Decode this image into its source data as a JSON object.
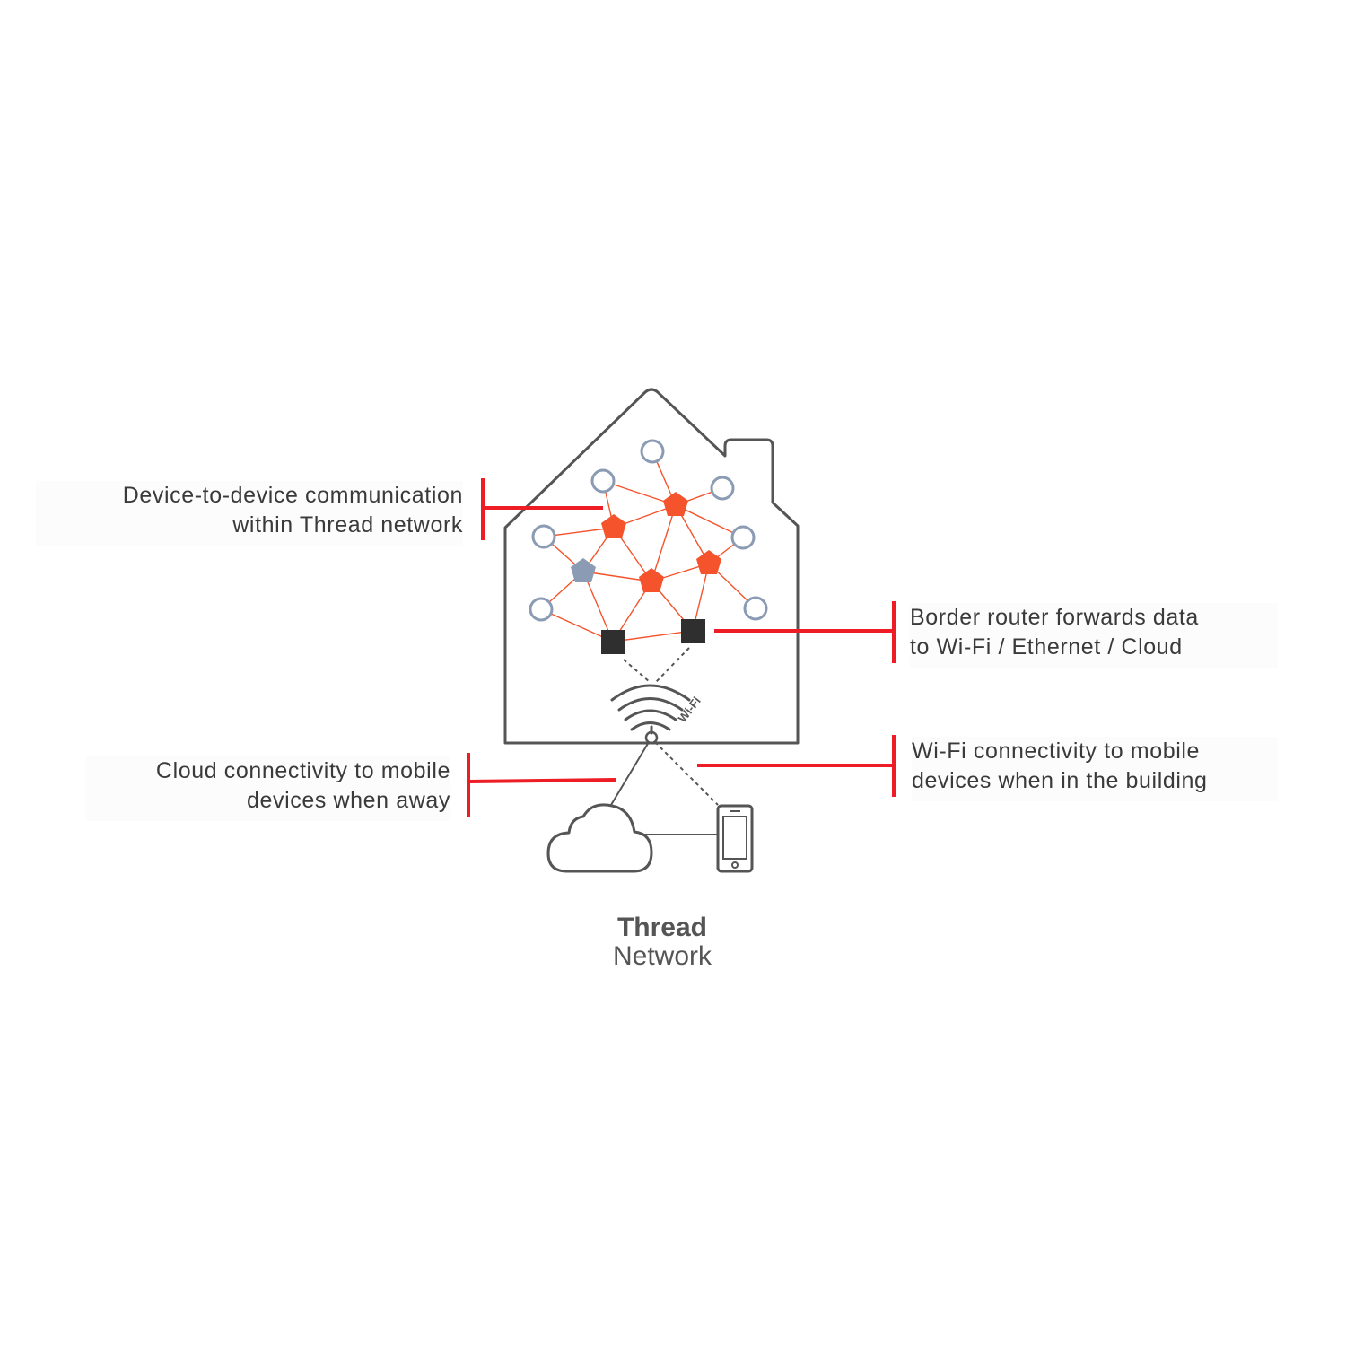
{
  "callouts": {
    "device_to_device": {
      "line1": "Device-to-device communication",
      "line2": "within Thread network"
    },
    "border_router": {
      "line1": "Border router forwards data",
      "line2": "to Wi-Fi / Ethernet / Cloud"
    },
    "cloud": {
      "line1": "Cloud connectivity to mobile",
      "line2": "devices when away"
    },
    "wifi": {
      "line1": "Wi-Fi connectivity to mobile",
      "line2": "devices when in the building"
    }
  },
  "wifi_label": "Wi-Fi",
  "title": {
    "main": "Thread",
    "sub": "Network"
  },
  "icons": [
    "house-outline",
    "end-device-node",
    "router-node",
    "leader-node",
    "border-router-node",
    "wifi-icon",
    "cloud-icon",
    "phone-icon"
  ],
  "colors": {
    "router": "#f4532b",
    "leader": "#8a9bb3",
    "end_device_stroke": "#8a9bb3",
    "border_router": "#2f2f2f",
    "mesh_link": "#f4532b",
    "outline": "#555555",
    "callout_bar": "#ee1c25"
  }
}
